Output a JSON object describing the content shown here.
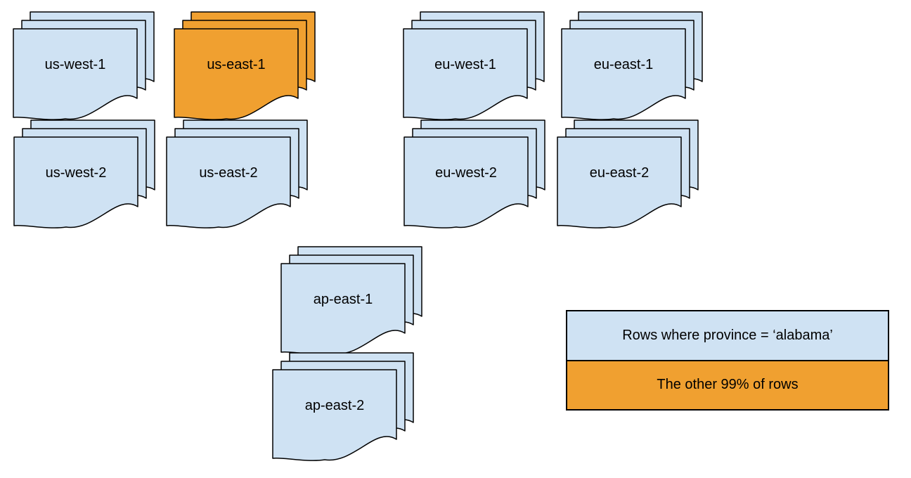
{
  "diagram": {
    "regions": [
      {
        "id": "us-west-1",
        "label": "us-west-1",
        "highlight": false
      },
      {
        "id": "us-east-1",
        "label": "us-east-1",
        "highlight": true
      },
      {
        "id": "eu-west-1",
        "label": "eu-west-1",
        "highlight": false
      },
      {
        "id": "eu-east-1",
        "label": "eu-east-1",
        "highlight": false
      },
      {
        "id": "us-west-2",
        "label": "us-west-2",
        "highlight": false
      },
      {
        "id": "us-east-2",
        "label": "us-east-2",
        "highlight": false
      },
      {
        "id": "eu-west-2",
        "label": "eu-west-2",
        "highlight": false
      },
      {
        "id": "eu-east-2",
        "label": "eu-east-2",
        "highlight": false
      },
      {
        "id": "ap-east-1",
        "label": "ap-east-1",
        "highlight": false
      },
      {
        "id": "ap-east-2",
        "label": "ap-east-2",
        "highlight": false
      }
    ],
    "legend": {
      "items": [
        {
          "label": "Rows where province = ‘alabama’",
          "color": "#cfe2f3"
        },
        {
          "label": "The other 99% of rows",
          "color": "#f0a030"
        }
      ]
    },
    "colors": {
      "default_fill": "#cfe2f3",
      "highlight_fill": "#f0a030",
      "stroke": "#000000"
    },
    "stack_sheet_count": 3
  }
}
